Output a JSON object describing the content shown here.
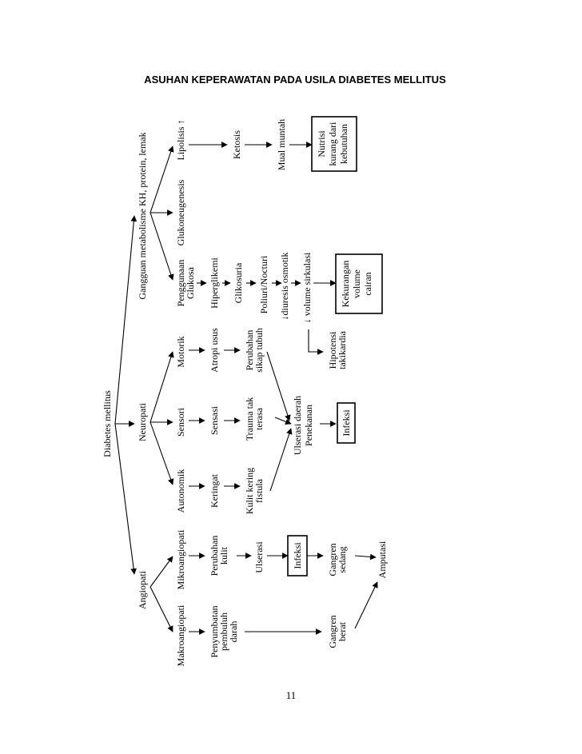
{
  "title": "ASUHAN KEPERAWATAN PADA USILA DIABETES MELLITUS",
  "page_number": "11",
  "nodes": {
    "diabetes_mellitus": "Diabetes mellitus",
    "gangguan_metabolisme": "Gangguan metabolisme KH, protein, lemak",
    "lipolisis": "Lipolisis ↑",
    "ketosis": "Ketosis",
    "mual_muntah": "Mual muntah",
    "nutrisi": [
      "Nutrisi",
      "kurang dari",
      "kebutuhan"
    ],
    "glukoneugenesis": "Glukoneugenesis",
    "penggunaan_glukosa": [
      "Penggunaan",
      "Glukosa"
    ],
    "hiperglikemi": "Hiperglikemi",
    "glikosuria": "Glikosuria",
    "poliuri": "Poliuri/Nocturi",
    "diuresis": "↓diuresis osmotik",
    "volume_sirkulasi": "↓ volume sirkulasi",
    "kekurangan_cairan": [
      "Kekurangan",
      "volume",
      "cairan"
    ],
    "hipotensi": [
      "Hipotensi",
      "takikardia"
    ],
    "neuropati": "Neuropati",
    "motorik": "Motorik",
    "atropi": "Atropi usus",
    "perubahan_sikap": [
      "Perubahan",
      "sikap tubuh"
    ],
    "sensori": "Sensori",
    "sensasi": "Sensasi",
    "trauma": [
      "Trauma tak",
      "terasa"
    ],
    "ulserasi_daerah": [
      "Ulserasi daerah",
      "Penekanan"
    ],
    "infeksi_neuro": "Infeksi",
    "autonomik": "Autonomik",
    "keringat": "Keringat",
    "kulit_kering": [
      "Kulit kering",
      "fistula"
    ],
    "angiopati": "Angiopati",
    "mikroangiopati": "Mikroangiopati",
    "perubahan_kulit": [
      "Perubahan",
      "kulit"
    ],
    "ulserasi": "Ulserasi",
    "infeksi_angio": "Infeksi",
    "gangren_sedang": [
      "Gangren",
      "sedang"
    ],
    "amputasi": "Amputasi",
    "makroangiopati": "Makroangiopati",
    "penyumbatan": [
      "Penyumbatan",
      "pembuluh",
      "darah"
    ],
    "gangren_berat": [
      "Gangren",
      "berat"
    ]
  }
}
